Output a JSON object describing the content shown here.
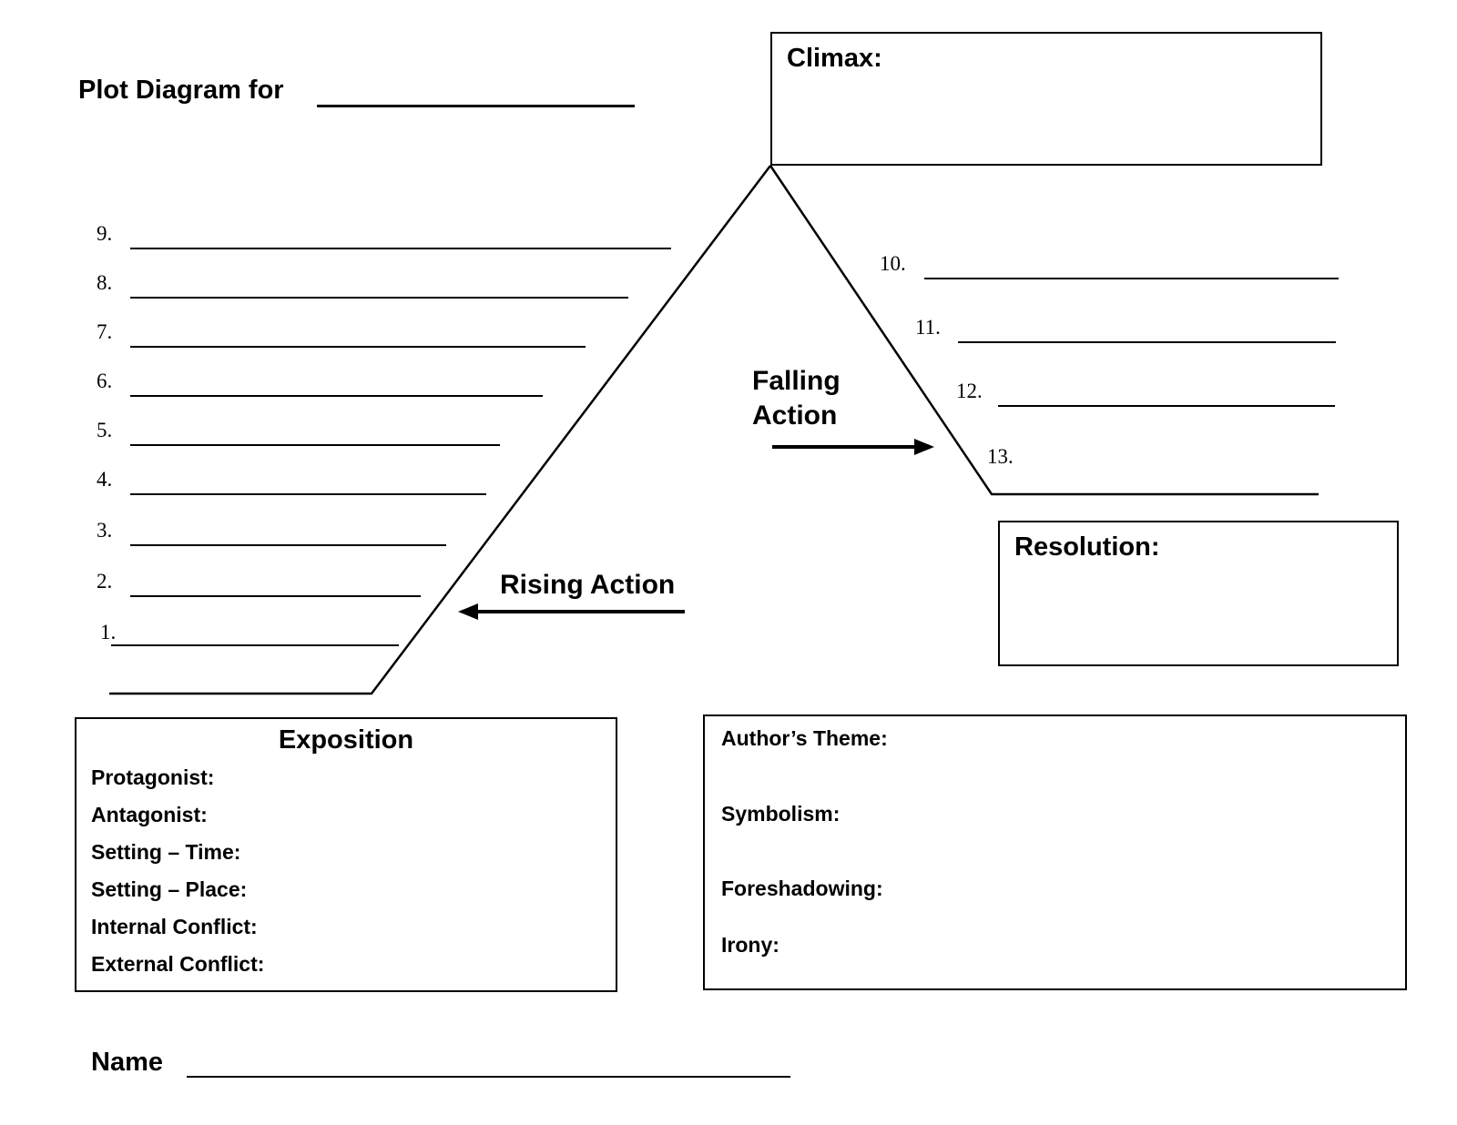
{
  "title": "Plot Diagram for",
  "climax": {
    "label": "Climax:"
  },
  "resolution": {
    "label": "Resolution:"
  },
  "rising_action": {
    "label": "Rising Action"
  },
  "falling_action": {
    "line1": "Falling",
    "line2": "Action"
  },
  "numbered_blanks": {
    "rising": [
      "1.",
      "2.",
      "3.",
      "4.",
      "5.",
      "6.",
      "7.",
      "8.",
      "9."
    ],
    "falling": [
      "10.",
      "11.",
      "12.",
      "13."
    ]
  },
  "exposition": {
    "title": "Exposition",
    "fields": [
      "Protagonist:",
      "Antagonist:",
      "Setting – Time:",
      "Setting – Place:",
      "Internal Conflict:",
      "External Conflict:"
    ]
  },
  "theme_box": {
    "fields": [
      "Author’s Theme:",
      "Symbolism:",
      "Foreshadowing:",
      "Irony:"
    ]
  },
  "name_label": "Name",
  "colors": {
    "ink": "#000000",
    "paper": "#ffffff"
  }
}
